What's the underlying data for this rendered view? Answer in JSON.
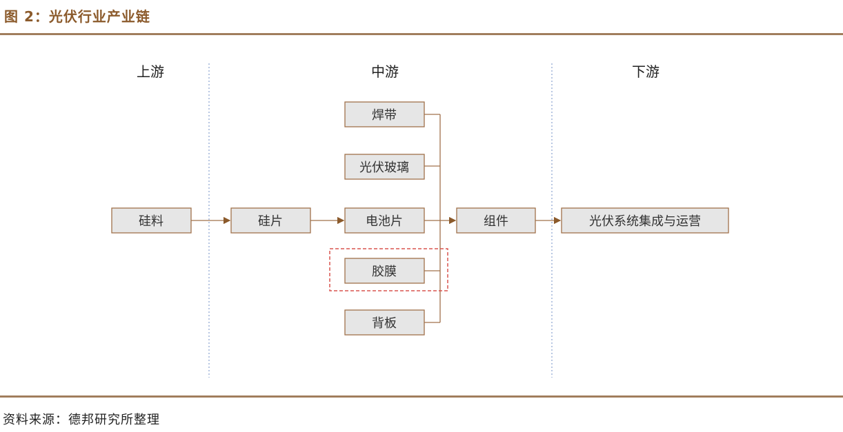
{
  "figure": {
    "title": "图 2：光伏行业产业链",
    "source": "资料来源：德邦研究所整理"
  },
  "sections": {
    "upstream": "上游",
    "midstream": "中游",
    "downstream": "下游"
  },
  "nodes": {
    "silicon_material": "硅料",
    "wafer": "硅片",
    "cell": "电池片",
    "ribbon": "焊带",
    "pv_glass": "光伏玻璃",
    "encapsulant": "胶膜",
    "backsheet": "背板",
    "module": "组件",
    "system_integration": "光伏系统集成与运营"
  },
  "colors": {
    "accent": "#8b5a2b",
    "box_fill": "#e6e6e6",
    "box_border": "#a0714a",
    "highlight_dash": "#d9534f",
    "divider": "#9fb3d9"
  }
}
